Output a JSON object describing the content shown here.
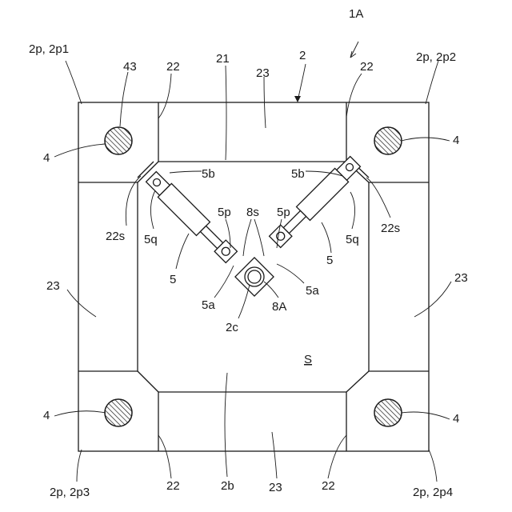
{
  "labels": {
    "assembly": "1A",
    "frame": "2",
    "corner_tl": "2p, 2p1",
    "corner_tr": "2p, 2p2",
    "corner_bl": "2p, 2p3",
    "corner_br": "2p, 2p4",
    "pin_ref": "43",
    "top_face": "21",
    "bottom_face": "2b",
    "center": "2c",
    "space": "S",
    "beam_top": "23",
    "beam_left": "23",
    "beam_right": "23",
    "beam_bottom": "23",
    "corner_22_tl": "22",
    "corner_22_tr": "22",
    "corner_22_bl": "22",
    "corner_22_br": "22",
    "pin_tl": "4",
    "pin_tr": "4",
    "pin_bl": "4",
    "pin_br": "4",
    "chamfer_left": "22s",
    "chamfer_right": "22s",
    "rod_end_left": "5b",
    "rod_end_right": "5b",
    "pivot_left": "5q",
    "pivot_right": "5q",
    "cylinder_left": "5",
    "cylinder_right": "5",
    "bracket_left": "5p",
    "bracket_right": "5p",
    "rod_left": "5a",
    "rod_right": "5a",
    "joint_s": "8s",
    "joint": "8A"
  },
  "colors": {
    "line": "#1a1a1a",
    "background": "#ffffff"
  }
}
